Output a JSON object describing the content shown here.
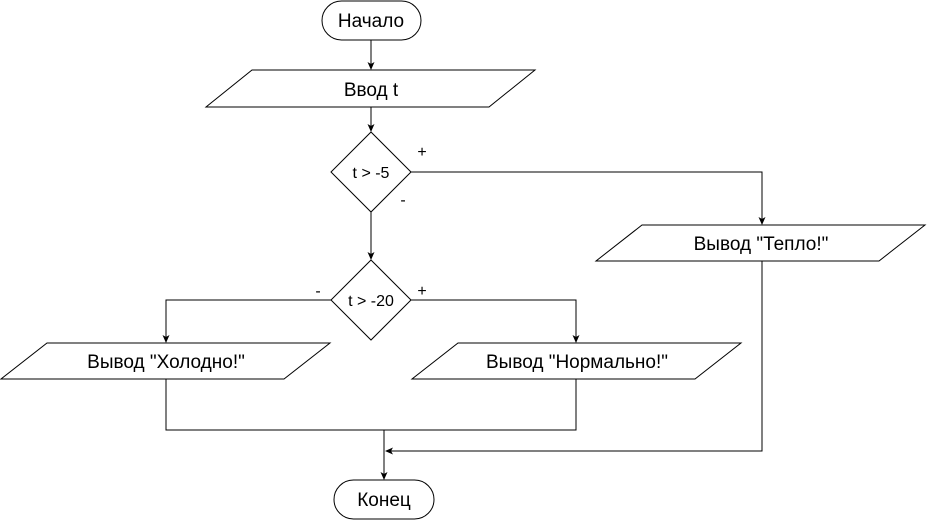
{
  "nodes": {
    "start": {
      "text": "Начало"
    },
    "input_t": {
      "text": "Ввод t"
    },
    "cond1": {
      "text": "t > -5"
    },
    "cond2": {
      "text": "t > -20"
    },
    "out_warm": {
      "text": "Вывод \"Тепло!\""
    },
    "out_cold": {
      "text": "Вывод \"Холодно!\""
    },
    "out_normal": {
      "text": "Вывод \"Нормально!\""
    },
    "end": {
      "text": "Конец"
    }
  },
  "edges": {
    "cond1_yes": "+",
    "cond1_no": "-",
    "cond2_yes": "+",
    "cond2_no": "-"
  }
}
